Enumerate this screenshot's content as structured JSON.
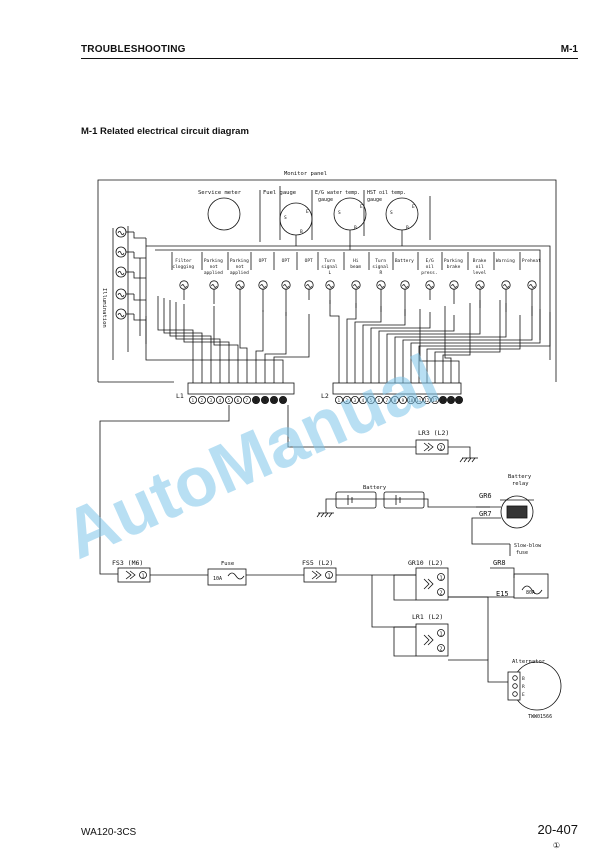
{
  "header": {
    "left": "TROUBLESHOOTING",
    "right": "M-1"
  },
  "section_title": "M-1 Related electrical circuit diagram",
  "monitor": {
    "title": "Monitor panel",
    "gauges": {
      "service_meter": "Service meter",
      "fuel_gauge": "Fuel gauge",
      "tc_water_line1": "E/G water temp.",
      "tc_water_line2": "gauge",
      "hst_oil_line1": "HST oil temp.",
      "hst_oil_line2": "gauge",
      "term_s": "S",
      "term_e": "E",
      "term_b": "B"
    },
    "illumination": "Illumination",
    "lamps": [
      {
        "id": "filter",
        "lines": [
          "Filter",
          "clogging"
        ]
      },
      {
        "id": "parking-not-applied",
        "lines": [
          "Parking",
          "not",
          "applied"
        ]
      },
      {
        "id": "parking-not-applied-2",
        "lines": [
          "Parking",
          "not",
          "applied"
        ]
      },
      {
        "id": "opt-1",
        "lines": [
          "OPT"
        ]
      },
      {
        "id": "opt-2",
        "lines": [
          "OPT"
        ]
      },
      {
        "id": "opt-3",
        "lines": [
          "OPT"
        ]
      },
      {
        "id": "turn-signal-l",
        "lines": [
          "Turn",
          "signal",
          "L"
        ]
      },
      {
        "id": "hi-beam",
        "lines": [
          "Hi",
          "beam"
        ]
      },
      {
        "id": "turn-signal-r",
        "lines": [
          "Turn",
          "signal",
          "R"
        ]
      },
      {
        "id": "battery",
        "lines": [
          "Battery"
        ]
      },
      {
        "id": "eg-oil-press",
        "lines": [
          "E/G",
          "oil",
          "press."
        ]
      },
      {
        "id": "parking-brake",
        "lines": [
          "Parking",
          "brake"
        ]
      },
      {
        "id": "brake-oil-level",
        "lines": [
          "Brake",
          "oil",
          "level"
        ]
      },
      {
        "id": "warning",
        "lines": [
          "Warning"
        ]
      },
      {
        "id": "preheat",
        "lines": [
          "Preheat"
        ]
      }
    ]
  },
  "connectors": {
    "L1": {
      "label": "L1",
      "pins": [
        "1",
        "2",
        "3",
        "4",
        "5",
        "6",
        "7",
        "8",
        "9",
        "10",
        "11"
      ]
    },
    "L2": {
      "label": "L2",
      "pins": [
        "1",
        "2",
        "3",
        "4",
        "5",
        "6",
        "7",
        "8",
        "9",
        "10",
        "11",
        "12",
        "13",
        "14",
        "15",
        "16"
      ]
    }
  },
  "components": {
    "lr3": "LR3 (L2)",
    "battery": "Battery",
    "battery_relay_line1": "Battery",
    "battery_relay_line2": "relay",
    "gr6": "GR6",
    "gr7": "GR7",
    "slow_blow_line1": "Slow-blow",
    "slow_blow_line2": "fuse",
    "gr8": "GR8",
    "slow_blow_rating": "80A",
    "fs3": "FS3 (M6)",
    "fuse": "Fuse",
    "fuse_rating": "10A",
    "fs5": "FS5 (L2)",
    "gr10": "GR10 (L2)",
    "e15": "E15",
    "lr1": "LR1 (L2)",
    "alternator": "Alternator",
    "alt_terms": [
      "B",
      "R",
      "E"
    ],
    "pin1": "1",
    "pin2": "2"
  },
  "drawing_code": "TWW01566",
  "watermark": "AutoManual",
  "footer": {
    "left": "WA120-3CS",
    "right": "20-407",
    "sub": "①"
  }
}
